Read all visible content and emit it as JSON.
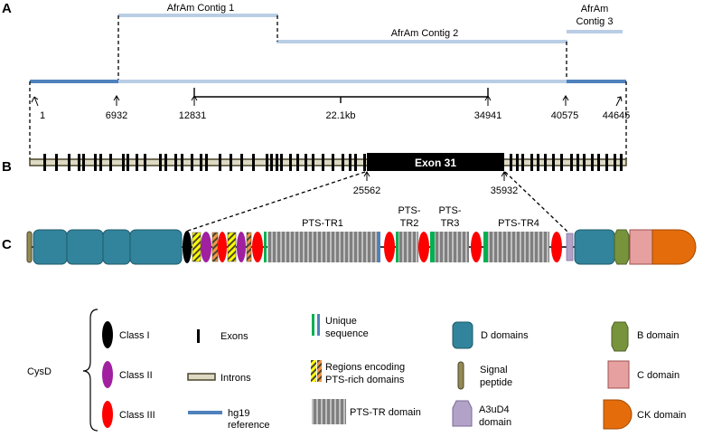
{
  "panels": [
    "A",
    "B",
    "C"
  ],
  "contigs": [
    {
      "label": "AfrAm Contig 1"
    },
    {
      "label": "AfrAm Contig 2"
    },
    {
      "label_lines": [
        "AfrAm",
        "Contig 3"
      ]
    }
  ],
  "positions": [
    "1",
    "6932",
    "12831",
    "22.1kb",
    "34941",
    "40575",
    "44645"
  ],
  "exon_label": "Exon 31",
  "exon_positions": [
    "25562",
    "35932"
  ],
  "pts_tr_labels": [
    [
      "PTS-TR1"
    ],
    [
      "PTS-",
      "TR2"
    ],
    [
      "PTS-",
      "TR3"
    ],
    [
      "PTS-TR4"
    ]
  ],
  "legend": {
    "cysd_label": "CysD",
    "class1": "Class I",
    "class2": "Class II",
    "class3": "Class III",
    "exons": "Exons",
    "introns": "Introns",
    "hg19": [
      "hg19",
      "reference"
    ],
    "unique": [
      "Unique",
      "sequence"
    ],
    "pts_rich": [
      "Regions encoding",
      "PTS-rich domains"
    ],
    "pts_tr": "PTS-TR domain",
    "d_domains": "D domains",
    "signal": [
      "Signal",
      "peptide"
    ],
    "a3ud4": [
      "A3uD4",
      "domain"
    ],
    "b_domain": "B domain",
    "c_domain": "C domain",
    "ck_domain": "CK domain"
  },
  "colors": {
    "hg19_blue": "#4f81bd",
    "contig_light": "#b9cde5",
    "intron_fill": "#ddd9c3",
    "intron_stroke": "#4a452a",
    "d_domain": "#31849b",
    "class1": "#000000",
    "class2": "#a020a0",
    "class3": "#ff0000",
    "pts_tr_gray": "#8c8c8c",
    "unique_green": "#00b050",
    "unique_blue": "#4f81bd",
    "signal": "#948a54",
    "a3ud4": "#b3a2c7",
    "b_domain": "#77933c",
    "c_domain": "#e6a0a0",
    "ck_domain": "#e46c0a"
  }
}
